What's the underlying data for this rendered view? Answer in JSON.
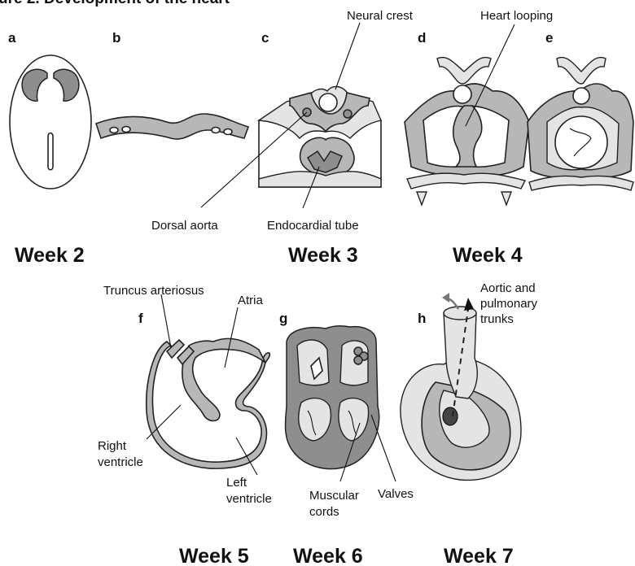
{
  "figure": {
    "title": "ure 2. Development of the heart"
  },
  "panels": [
    {
      "letter": "a"
    },
    {
      "letter": "b"
    },
    {
      "letter": "c"
    },
    {
      "letter": "d"
    },
    {
      "letter": "e"
    },
    {
      "letter": "f"
    },
    {
      "letter": "g"
    },
    {
      "letter": "h"
    }
  ],
  "labels": {
    "neural_crest": "Neural crest",
    "heart_looping": "Heart looping",
    "dorsal_aorta": "Dorsal aorta",
    "endocardial_tube": "Endocardial tube",
    "truncus_arteriosus": "Truncus arteriosus",
    "atria": "Atria",
    "right_ventricle_1": "Right",
    "right_ventricle_2": "ventricle",
    "left_ventricle_1": "Left",
    "left_ventricle_2": "ventricle",
    "muscular_cords_1": "Muscular",
    "muscular_cords_2": "cords",
    "valves": "Valves",
    "aortic_1": "Aortic and",
    "aortic_2": "pulmonary",
    "aortic_3": "trunks"
  },
  "weeks": {
    "w2": "Week 2",
    "w3": "Week  3",
    "w4": "Week 4",
    "w5": "Week 5",
    "w6": "Week  6",
    "w7": "Week 7"
  }
}
